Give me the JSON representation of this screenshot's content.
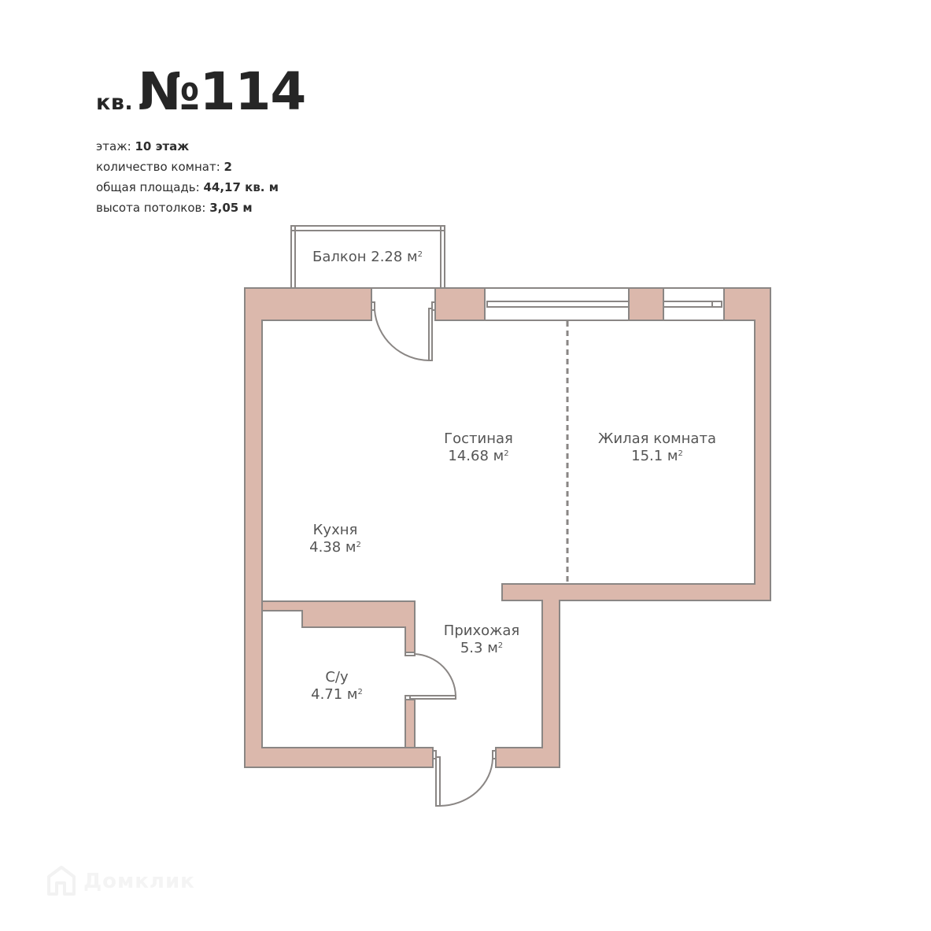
{
  "header": {
    "prefix": "кв.",
    "number": "№114"
  },
  "specs": [
    {
      "label": "этаж: ",
      "value": "10 этаж"
    },
    {
      "label": "количество комнат: ",
      "value": "2"
    },
    {
      "label": "общая площадь: ",
      "value": "44,17 кв. м"
    },
    {
      "label": "высота потолков: ",
      "value": "3,05 м"
    }
  ],
  "rooms": {
    "balcony": {
      "name": "Балкон 2.28 м",
      "area": ""
    },
    "living": {
      "name": "Гостиная",
      "area": "14.68 м"
    },
    "bedroom": {
      "name": "Жилая комната",
      "area": "15.1 м"
    },
    "kitchen": {
      "name": "Кухня",
      "area": "4.38 м"
    },
    "hall": {
      "name": "Прихожая",
      "area": "5.3 м"
    },
    "bathroom": {
      "name": "С/у",
      "area": "4.71 м"
    }
  },
  "unit_sup": "2",
  "colors": {
    "wall_fill": "#dbb8ac",
    "wall_stroke": "#8a8684",
    "label": "#555555"
  },
  "watermark": {
    "text": "Домклик",
    "icon": "house-icon"
  }
}
